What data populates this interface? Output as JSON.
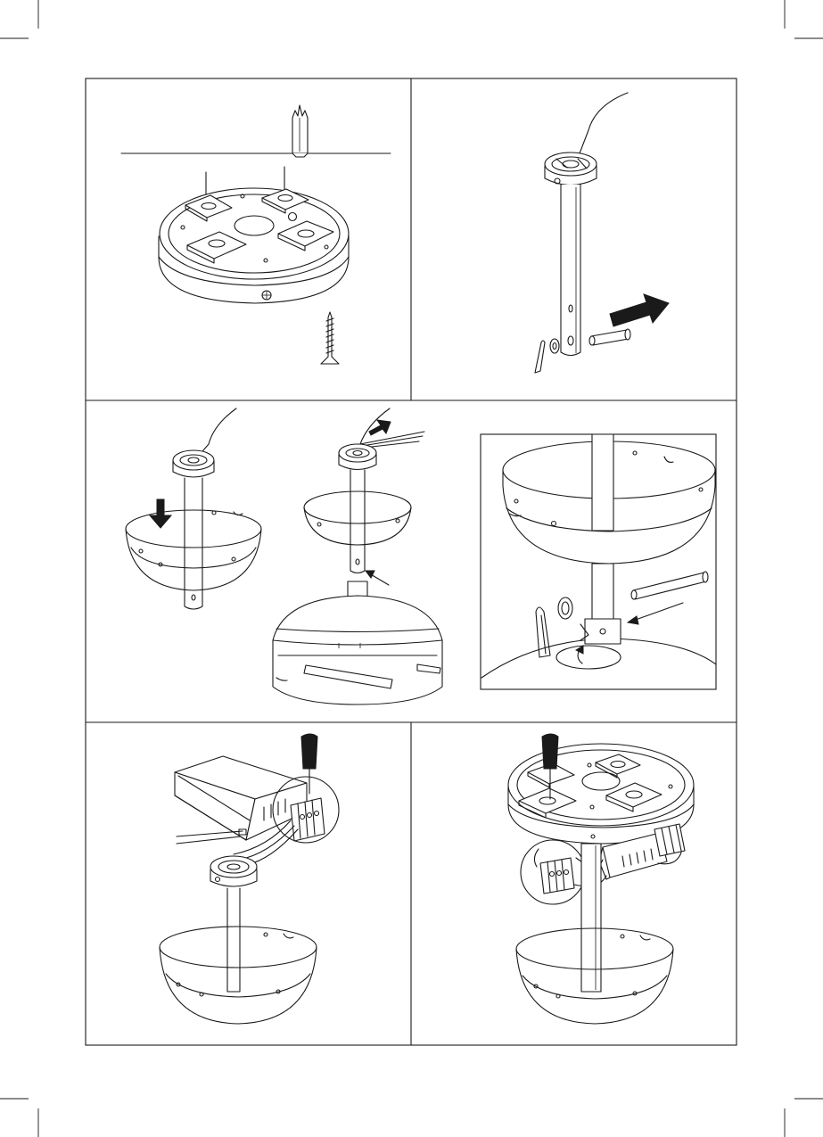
{
  "document": {
    "type": "installation-instruction-illustrations",
    "panel_count": 6,
    "text_content": []
  },
  "panels": [
    {
      "id": "mount-bracket",
      "icons": [
        "wall-plug-icon",
        "mounting-bracket-icon",
        "wood-screw-icon"
      ]
    },
    {
      "id": "downrod-pin-removal",
      "icons": [
        "downrod-icon",
        "cotter-pin-icon",
        "washer-icon",
        "clevis-pin-icon",
        "direction-arrow-icon"
      ]
    },
    {
      "id": "canopy-fitting",
      "icons": [
        "canopy-icon",
        "downrod-icon",
        "down-arrow-icon",
        "fan-motor-housing-icon",
        "insert-arrow-icon"
      ]
    },
    {
      "id": "pin-detail",
      "icons": [
        "canopy-icon",
        "clevis-pin-icon",
        "cotter-pin-icon",
        "washer-icon",
        "rotate-arrow-icon"
      ]
    },
    {
      "id": "wiring-connection",
      "icons": [
        "driver-box-icon",
        "screwdriver-icon",
        "terminal-block-icon",
        "magnifier-circle-icon"
      ]
    },
    {
      "id": "final-assembly",
      "icons": [
        "mounting-bracket-icon",
        "screwdriver-icon",
        "driver-box-icon",
        "canopy-icon",
        "magnifier-circle-icon"
      ]
    }
  ],
  "colors": {
    "ink": "#1a1a1a",
    "paper": "#ffffff",
    "arrow_fill": "#1a1a1a"
  }
}
